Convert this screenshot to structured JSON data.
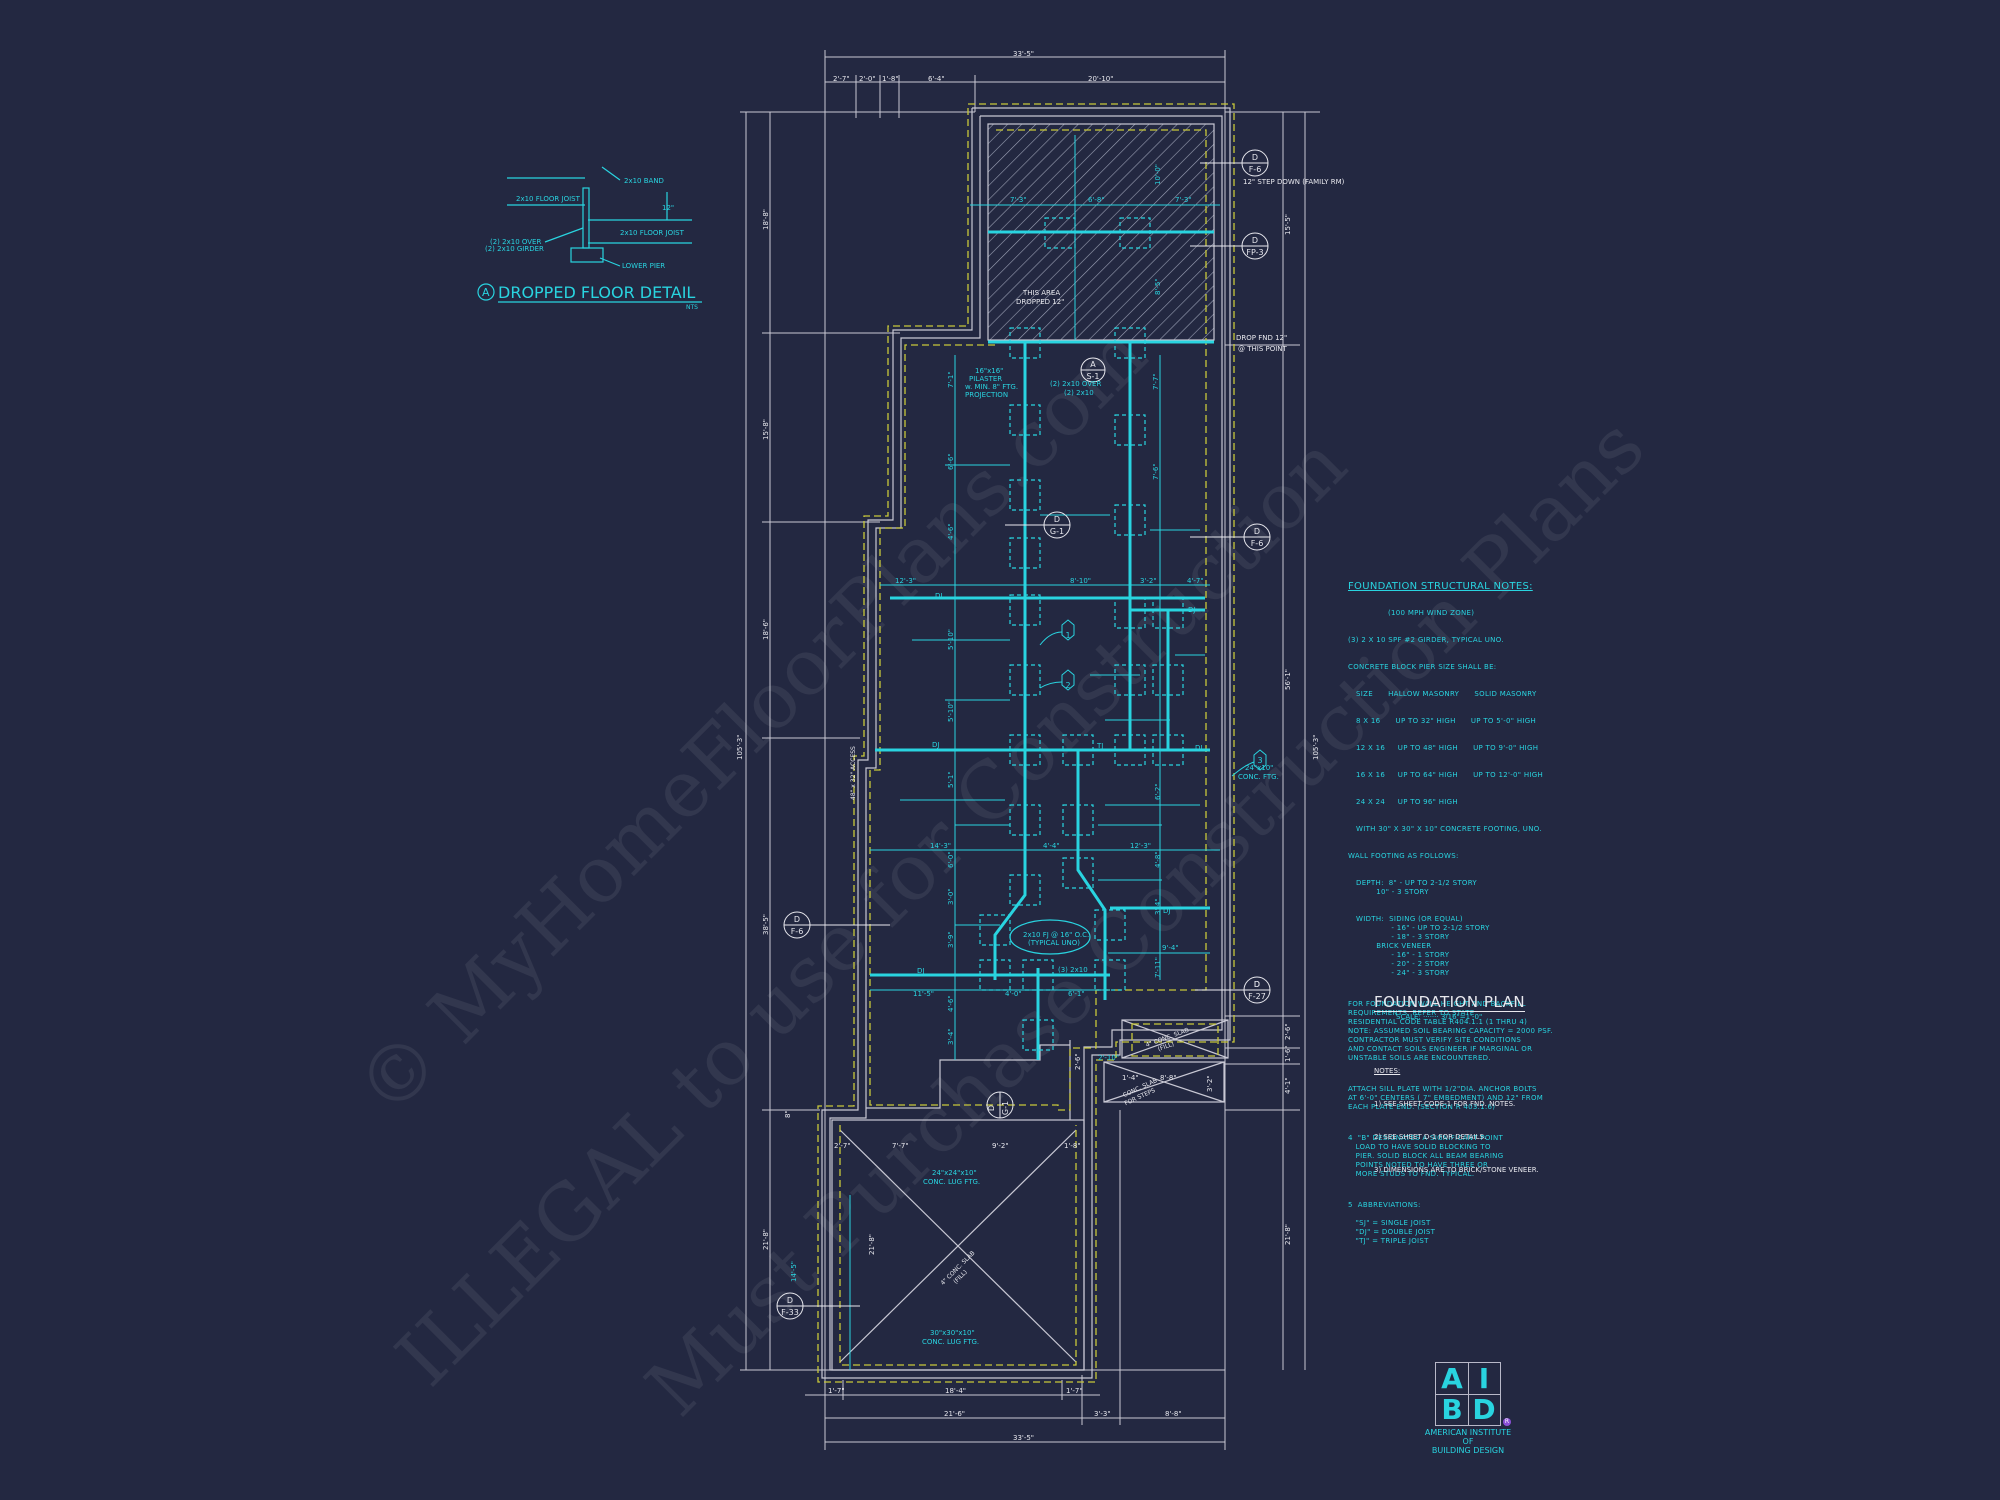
{
  "drawing": {
    "title": "FOUNDATION PLAN",
    "scale": "SCALE: ······· 3/16\"=1'-0\"",
    "colors": {
      "background": "#232841",
      "structure": "#29d4e0",
      "lines": "#e8e8ee",
      "hidden": "#c8c83a",
      "logo_badge": "#8a4fd6"
    }
  },
  "detail": {
    "marker": "A",
    "title": "DROPPED FLOOR DETAIL",
    "scale": "NTS",
    "labels": {
      "band": "2x10 BAND",
      "upper_joist": "2x10 FLOOR JOIST",
      "lower_joist": "2x10 FLOOR JOIST",
      "drop": "12\"",
      "girder_1": "(2) 2x10 OVER",
      "girder_2": "(2) 2x10 GIRDER",
      "pier": "LOWER PIER"
    }
  },
  "dimensions": {
    "top_overall": "33'-5\"",
    "top_segments": [
      "2'-7\"",
      "2'-0\"",
      "1'-8\"",
      "6'-4\"",
      "20'-10\""
    ],
    "left_overall": "105'-3\"",
    "left_segments": [
      "18'-8\"",
      "15'-8\"",
      "18'-6\"",
      "38'-5\"",
      "21'-8\""
    ],
    "left_small": "8\"",
    "access": "48\" x 32\" ACCESS",
    "right_overall": "105'-3\"",
    "right_segments": [
      "15'-5\"",
      "56'-1\"",
      "2'-6\"",
      "1'-6\"",
      "4'-1\"",
      "21'-8\""
    ],
    "bottom_row1": [
      "1'-7\"",
      "18'-4\"",
      "1'-7\""
    ],
    "bottom_row2": [
      "21'-6\"",
      "3'-3\"",
      "8'-8\""
    ],
    "bottom_overall": "33'-5\"",
    "garage_top": [
      "2'-7\"",
      "7'-7\"",
      "9'-2\"",
      "1'-8\""
    ],
    "garage_left": "21'-8\"",
    "garage_f33": "14'-5\"",
    "interior_horizontal": [
      "7'-3\"",
      "6'-8\"",
      "7'-3\"",
      "12'-3\"",
      "8'-10\"",
      "3'-2\"",
      "4'-7\"",
      "14'-3\"",
      "4'-4\"",
      "12'-3\"",
      "9'-4\"",
      "11'-5\"",
      "4'-0\"",
      "6'-1\"",
      "2'-10\"",
      "1'-4\"",
      "8'-8\""
    ],
    "interior_vertical": [
      "10'-0\"",
      "8'-5\"",
      "7'-1\"",
      "7'-7\"",
      "6'-6\"",
      "7'-6\"",
      "4'-6\"",
      "5'-10\"",
      "5'-10\"",
      "5'-1\"",
      "6'-2\"",
      "6'-0\"",
      "4'-8\"",
      "3'-0\"",
      "3'-4\"",
      "3'-9\"",
      "7'-11\"",
      "4'-6\"",
      "3'-4\"",
      "2'-6\"",
      "3'-2\""
    ]
  },
  "annotations": {
    "step_down": "12\" STEP\nDOWN\n(FAMILY RM)",
    "dropped_area_1": "THIS AREA",
    "dropped_area_2": "DROPPED 12\"",
    "drop_fnd_1": "DROP FND 12\"",
    "drop_fnd_2": "@ THIS POINT",
    "pilaster_1": "16\"x16\"",
    "pilaster_2": "PILASTER",
    "pilaster_3": "w. MIN. 8\" FTG.",
    "pilaster_4": "PROJECTION",
    "girder_over_1": "(2) 2x10 OVER",
    "girder_over_2": "(2) 2x10",
    "joist_cloud_1": "2x10 FJ @ 16\" O.C.",
    "joist_cloud_2": "(TYPICAL UNO)",
    "triple_2x10": "(3) 2x10",
    "ftg_24_1": "24\"x10\"",
    "ftg_24_2": "CONC. FTG.",
    "garage_ftg_top_1": "24\"x24\"x10\"",
    "garage_ftg_top_2": "CONC. LUG FTG.",
    "garage_ftg_bot_1": "30\"x30\"x10\"",
    "garage_ftg_bot_2": "CONC. LUG FTG.",
    "garage_slab_1": "4\" CONC. SLAB",
    "garage_slab_2": "(FILL)",
    "porch_slab_1": "4\" CONC. SLAB",
    "porch_slab_2": "(FILL)",
    "step_slab_1": "CONC. SLAB",
    "step_slab_2": "FOR STEPS",
    "joist_labels": [
      "DJ",
      "DJ",
      "DJ",
      "DJ",
      "DJ",
      "DJ",
      "TJ"
    ]
  },
  "callouts": [
    {
      "top": "D",
      "bottom": "F-6",
      "id": "c1"
    },
    {
      "top": "D",
      "bottom": "FP-3",
      "id": "c2"
    },
    {
      "top": "A",
      "bottom": "S-1",
      "id": "c3"
    },
    {
      "top": "D",
      "bottom": "G-1",
      "id": "c4"
    },
    {
      "top": "D",
      "bottom": "F-6",
      "id": "c5"
    },
    {
      "top": "D",
      "bottom": "F-6",
      "id": "c6"
    },
    {
      "top": "D",
      "bottom": "F-27",
      "id": "c7"
    },
    {
      "top": "D",
      "bottom": "G-1",
      "id": "c8"
    },
    {
      "top": "D",
      "bottom": "F-33",
      "id": "c9"
    }
  ],
  "tags": [
    "1",
    "2",
    "3"
  ],
  "structural_notes": {
    "title": "FOUNDATION STRUCTURAL NOTES:",
    "subtitle": "(100 MPH WIND ZONE)",
    "note1": "(3) 2 x 10 SPF #2 GIRDER, TYPICAL UNO.",
    "note2": "CONCRETE BLOCK PIER SIZE SHALL BE:",
    "table_header": "SIZE      HALLOW MASONRY      SOLID MASONRY",
    "table_rows": [
      "8 x 16      UP TO 32\" HIGH      UP TO 5'-0\" HIGH",
      "12 x 16     UP TO 48\" HIGH      UP TO 9'-0\" HIGH",
      "16 x 16     UP TO 64\" HIGH      UP TO 12'-0\" HIGH",
      "24 x 24     UP TO 96\" HIGH"
    ],
    "table_footer": "WITH 30\" x 30\" x 10\" CONCRETE FOOTING, UNO.",
    "note3": "WALL FOOTING AS FOLLOWS:",
    "depth": "DEPTH:  8\" - UP TO 2-1/2 STORY\n        10\" - 3 STORY",
    "width": "WIDTH:  SIDING (OR EQUAL)\n              - 16\" - UP TO 2-1/2 STORY\n              - 18\" - 3 STORY\n        BRICK VENEER\n              - 16\" - 1 STORY\n              - 20\" - 2 STORY\n              - 24\" - 3 STORY",
    "para1": "FOR FOUNDATION WALL HEIGHT AND BACKFILL\nREQUIREMENTS, REFER TO STATE\nRESIDENTIAL CODE TABLE R404.1.1 (1 THRU 4)\nNOTE: ASSUMED SOIL BEARING CAPACITY = 2000 PSF.\nCONTRACTOR MUST VERIFY SITE CONDITIONS\nAND CONTACT SOILS ENGINEER IF MARGINAL OR\nUNSTABLE SOILS ARE ENCOUNTERED.",
    "para2": "ATTACH SILL PLATE WITH 1/2\"dia. ANCHOR BOLTS\nAT 6'-0\" CENTERS ( 7\" EMBEDMENT) AND 12\" FROM\nEACH PLATE END. (SECTION R 403.1.6)",
    "note4": "4  \"B\" DESIGNATES A SIGNIFICANT POINT\n   LOAD TO HAVE SOLID BLOCKING TO\n   PIER. SOLID BLOCK ALL BEAM BEARING\n   POINTS NOTED TO HAVE THREE OR\n   MORE STUDS TO FND. TYPICAL.",
    "note5": "5  ABBREVIATIONS:\n\n   \"SJ\" = SINGLE JOIST\n   \"DJ\" = DOUBLE JOIST\n   \"TJ\" = TRIPLE JOIST"
  },
  "plan_notes": {
    "heading": "NOTES:",
    "items": [
      "1) SEE SHEET CODE-1 FOR FND. NOTES.",
      "2) SEE SHEET D-1 FOR DETAILS.",
      "3) DIMENSIONS ARE TO BRICK/STONE VENEER."
    ]
  },
  "logo": {
    "letters": [
      "A",
      "I",
      "B",
      "D"
    ],
    "registered": "R",
    "text": "AMERICAN INSTITUTE\nOF\nBUILDING DESIGN"
  },
  "watermark": {
    "line1": "© MyHomeFloorPlans.com",
    "line2": "ILLEGAL to use for Construction",
    "line3": "Must Purchase Construction Plans"
  }
}
